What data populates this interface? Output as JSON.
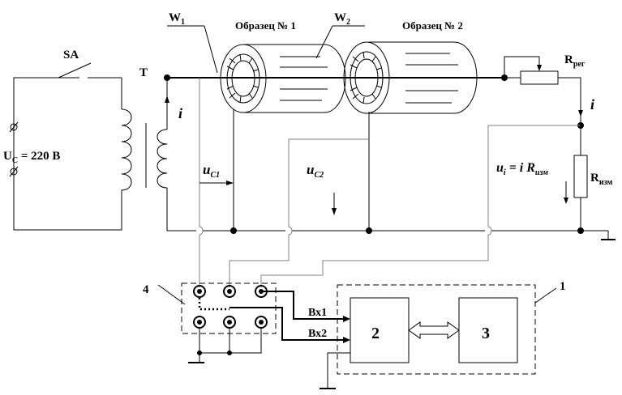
{
  "labels": {
    "switch": "SA",
    "transformer": "T",
    "source_u": "U",
    "source_sub": "C",
    "source_value": " = 220 В",
    "w1": "W",
    "w1_sub": "1",
    "w2": "W",
    "w2_sub": "2",
    "sample1": "Образец № 1",
    "sample2": "Образец № 2",
    "rreg": "R",
    "rreg_sub": "рег",
    "current_i": "i",
    "current_i_right": "i",
    "uc1": "u",
    "uc1_sub": "C1",
    "uc2": "u",
    "uc2_sub": "C2",
    "ui_u": "u",
    "ui_sub": "i",
    "ui_eq": " = i ",
    "ui_r": "R",
    "ui_rsub": "изм",
    "rizm": "R",
    "rizm_sub": "изм",
    "block4": "4",
    "block1": "1",
    "block2": "2",
    "block3": "3",
    "bx1": "Вх1",
    "bx2": "Вх2"
  }
}
